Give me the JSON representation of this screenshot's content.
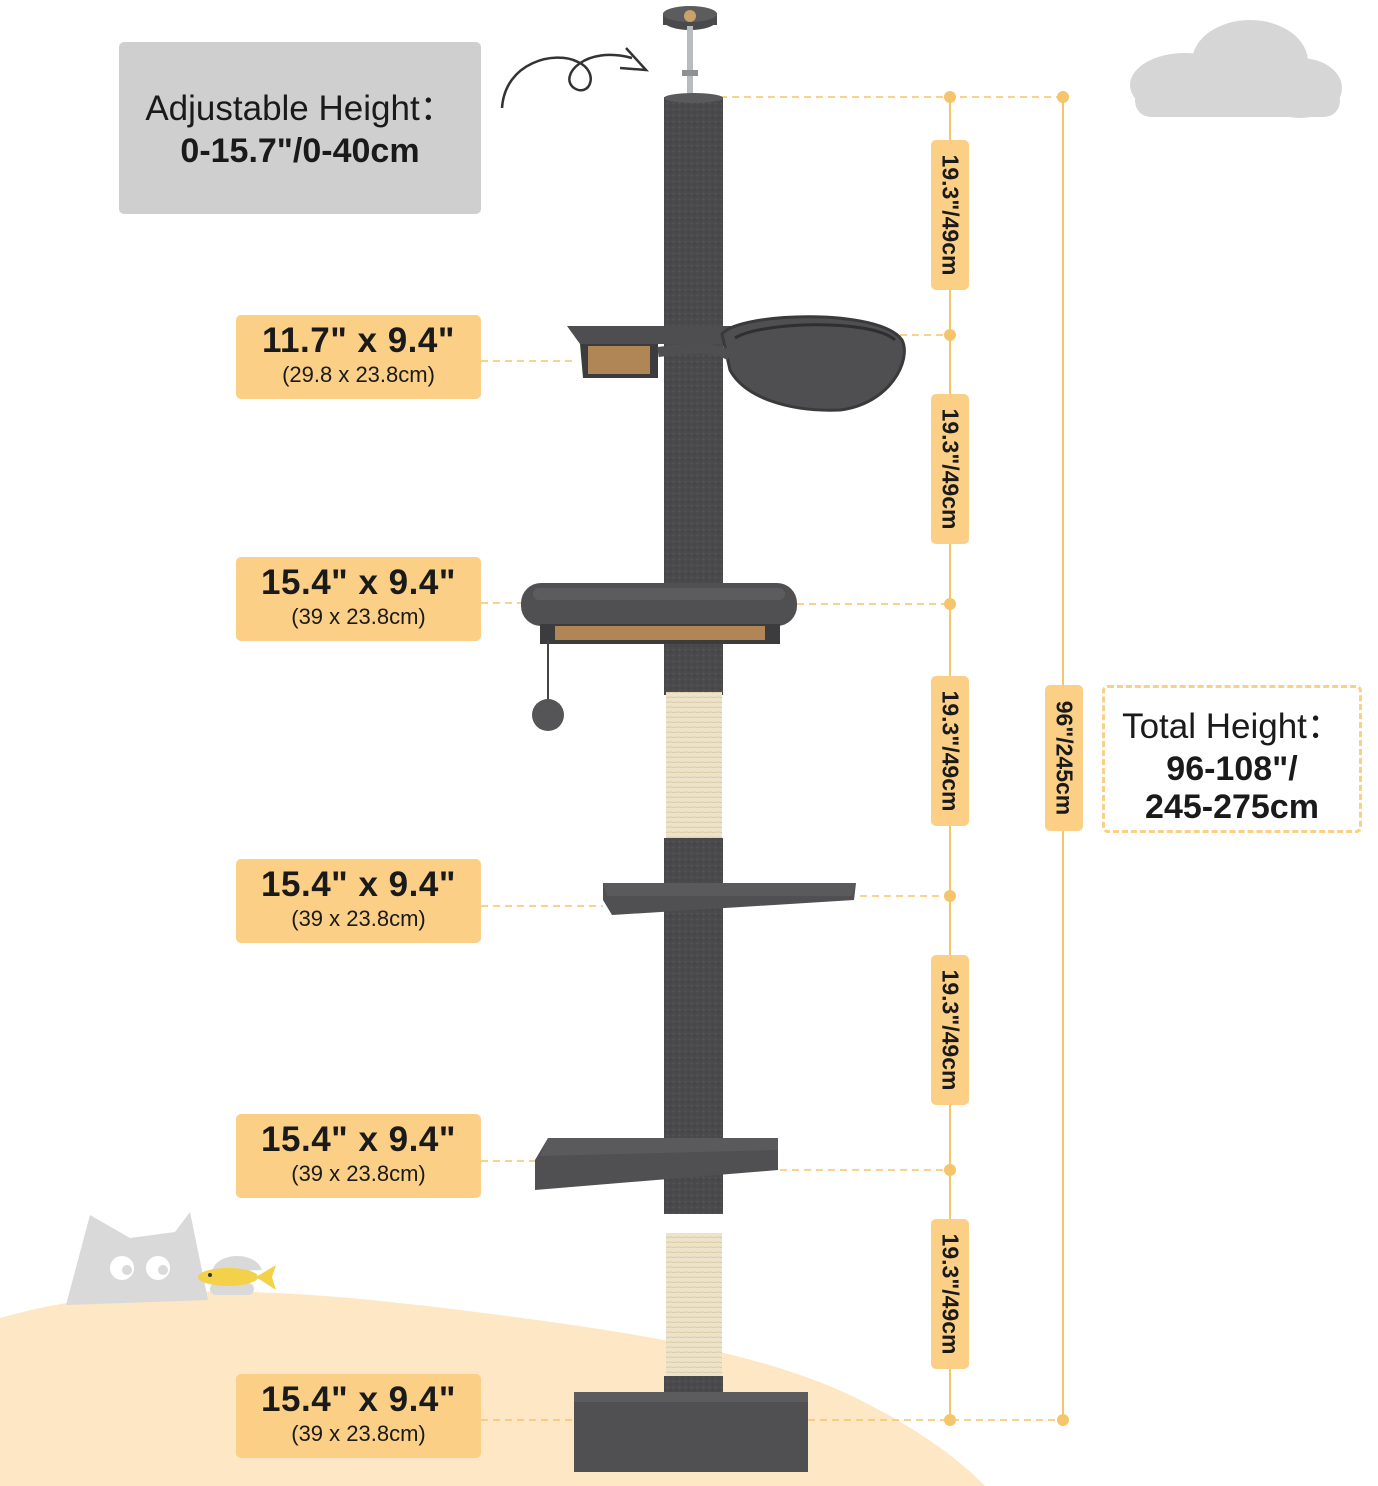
{
  "adjustable": {
    "label": "Adjustable Height：",
    "value": "0-15.7\"/0-40cm"
  },
  "platforms": [
    {
      "size": "11.7\" x 9.4\"",
      "metric": "(29.8 x 23.8cm)"
    },
    {
      "size": "15.4\" x 9.4\"",
      "metric": "(39 x 23.8cm)"
    },
    {
      "size": "15.4\" x 9.4\"",
      "metric": "(39 x 23.8cm)"
    },
    {
      "size": "15.4\" x 9.4\"",
      "metric": "(39 x 23.8cm)"
    },
    {
      "size": "15.4\" x 9.4\"",
      "metric": "(39 x 23.8cm)"
    }
  ],
  "segments": [
    "19.3\"/49cm",
    "19.3\"/49cm",
    "19.3\"/49cm",
    "19.3\"/49cm",
    "19.3\"/49cm"
  ],
  "total_side": "96\"/245cm",
  "total": {
    "label": "Total Height：",
    "line1": "96-108\"/",
    "line2": "245-275cm"
  },
  "colors": {
    "accent": "#fbcf86",
    "dimension_line": "#f6c46b",
    "carpet": "#4a4a4c",
    "sisal": "#ece2c8",
    "info_box": "#cfcfcf",
    "ground": "#fde7c4"
  },
  "icons": {
    "arrow": "curly-arrow-icon",
    "cloud": "cloud-icon",
    "cat": "cat-peeking-icon",
    "fish": "fish-icon"
  }
}
